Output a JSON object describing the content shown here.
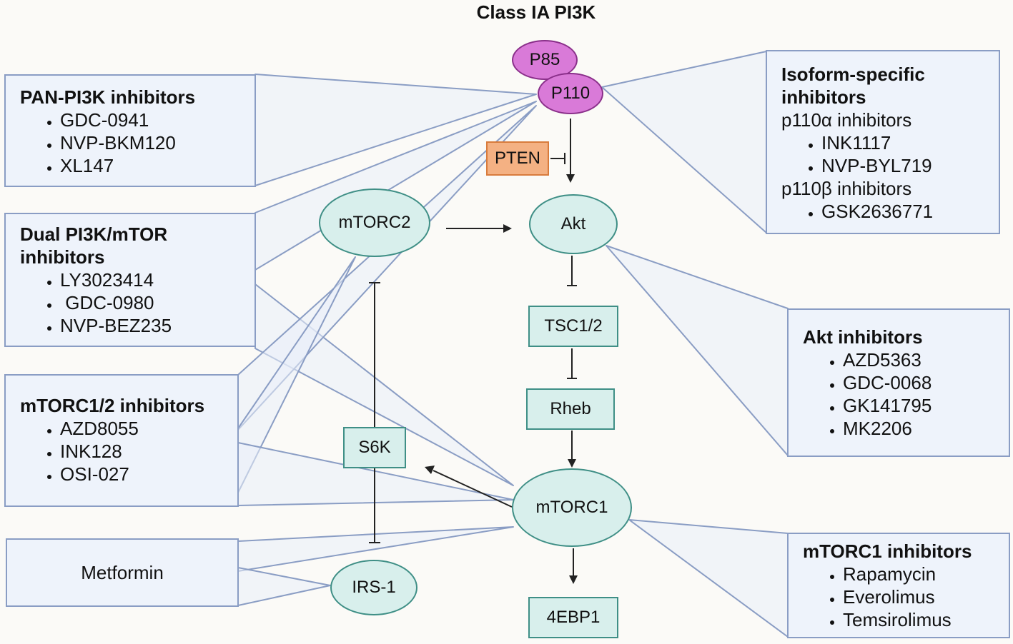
{
  "title": "Class IA PI3K",
  "nodes": {
    "p85": "P85",
    "p110": "P110",
    "pten": "PTEN",
    "mtorc2": "mTORC2",
    "akt": "Akt",
    "tsc": "TSC1/2",
    "rheb": "Rheb",
    "s6k": "S6K",
    "mtorc1": "mTORC1",
    "irs1": "IRS-1",
    "ebp1": "4EBP1"
  },
  "boxes": {
    "pan": {
      "heading": "PAN-PI3K inhibitors",
      "items": [
        "GDC-0941",
        "NVP-BKM120",
        "XL147"
      ]
    },
    "dual": {
      "heading": "Dual PI3K/mTOR inhibitors",
      "items": [
        "LY3023414",
        " GDC-0980",
        "NVP-BEZ235"
      ]
    },
    "mtorc12": {
      "heading": "mTORC1/2 inhibitors",
      "items": [
        "AZD8055",
        "INK128",
        "OSI-027"
      ]
    },
    "metformin": {
      "label": "Metformin"
    },
    "isoform": {
      "heading": "Isoform-specific inhibitors",
      "sub1": "p110α inhibitors",
      "items1": [
        "INK1117",
        "NVP-BYL719"
      ],
      "sub2": "p110β inhibitors",
      "items2": [
        "GSK2636771"
      ]
    },
    "akt": {
      "heading": "Akt inhibitors",
      "items": [
        "AZD5363",
        "GDC-0068",
        "GK141795",
        "MK2206"
      ]
    },
    "mtorc1": {
      "heading": "mTORC1 inhibitors",
      "items": [
        "Rapamycin",
        "Everolimus",
        "Temsirolimus"
      ]
    }
  },
  "colors": {
    "box_fill": "#eef3fb",
    "box_border": "#8a9dc4",
    "node_teal": "#d8efec",
    "node_teal_border": "#3f8f86",
    "pi3k_pink": "#d97ad8",
    "pten_orange": "#f4b183"
  }
}
